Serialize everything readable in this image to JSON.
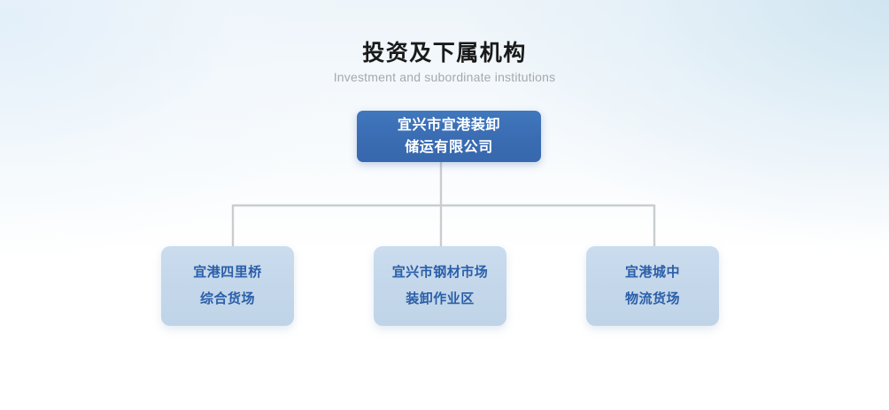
{
  "heading": {
    "title": "投资及下属机构",
    "subtitle": "Investment and subordinate institutions"
  },
  "colors": {
    "root_node_bg": "#3a6cb2",
    "root_node_text": "#ffffff",
    "child_node_bg": "#c4d7ea",
    "child_node_text": "#2a5ea8",
    "connector_line": "#c9cdd0",
    "page_background_top": "#eaf2f8",
    "page_background_bottom": "#ffffff",
    "title_text": "#1a1a1a",
    "subtitle_text": "#a5a9ad"
  },
  "org_chart": {
    "root": {
      "lines": [
        "宜兴市宜港装卸",
        "储运有限公司"
      ],
      "full_name": "宜兴市宜港装卸储运有限公司"
    },
    "children": [
      {
        "lines": [
          "宜港四里桥",
          "综合货场"
        ],
        "full_name": "宜港四里桥综合货场"
      },
      {
        "lines": [
          "宜兴市钢材市场",
          "装卸作业区"
        ],
        "full_name": "宜兴市钢材市场装卸作业区"
      },
      {
        "lines": [
          "宜港城中",
          "物流货场"
        ],
        "full_name": "宜港城中物流货场"
      }
    ]
  }
}
